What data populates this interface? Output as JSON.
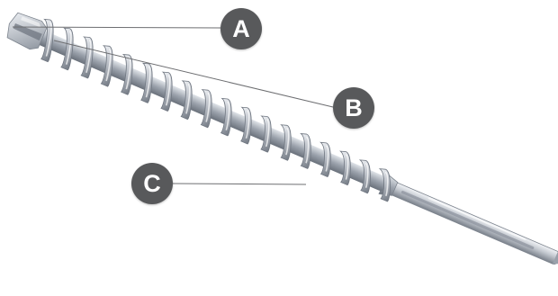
{
  "callouts": {
    "a": {
      "label": "A"
    },
    "b": {
      "label": "B"
    },
    "c": {
      "label": "C"
    }
  },
  "colors": {
    "callout_fill": "#58595b",
    "leader_line": "#6d6e71",
    "steel_light": "#e6e9ee",
    "steel_mid": "#b4b9c1",
    "steel_dark": "#6f7680"
  },
  "icons": {
    "subject": "sds-max-drill-bit-icon"
  }
}
